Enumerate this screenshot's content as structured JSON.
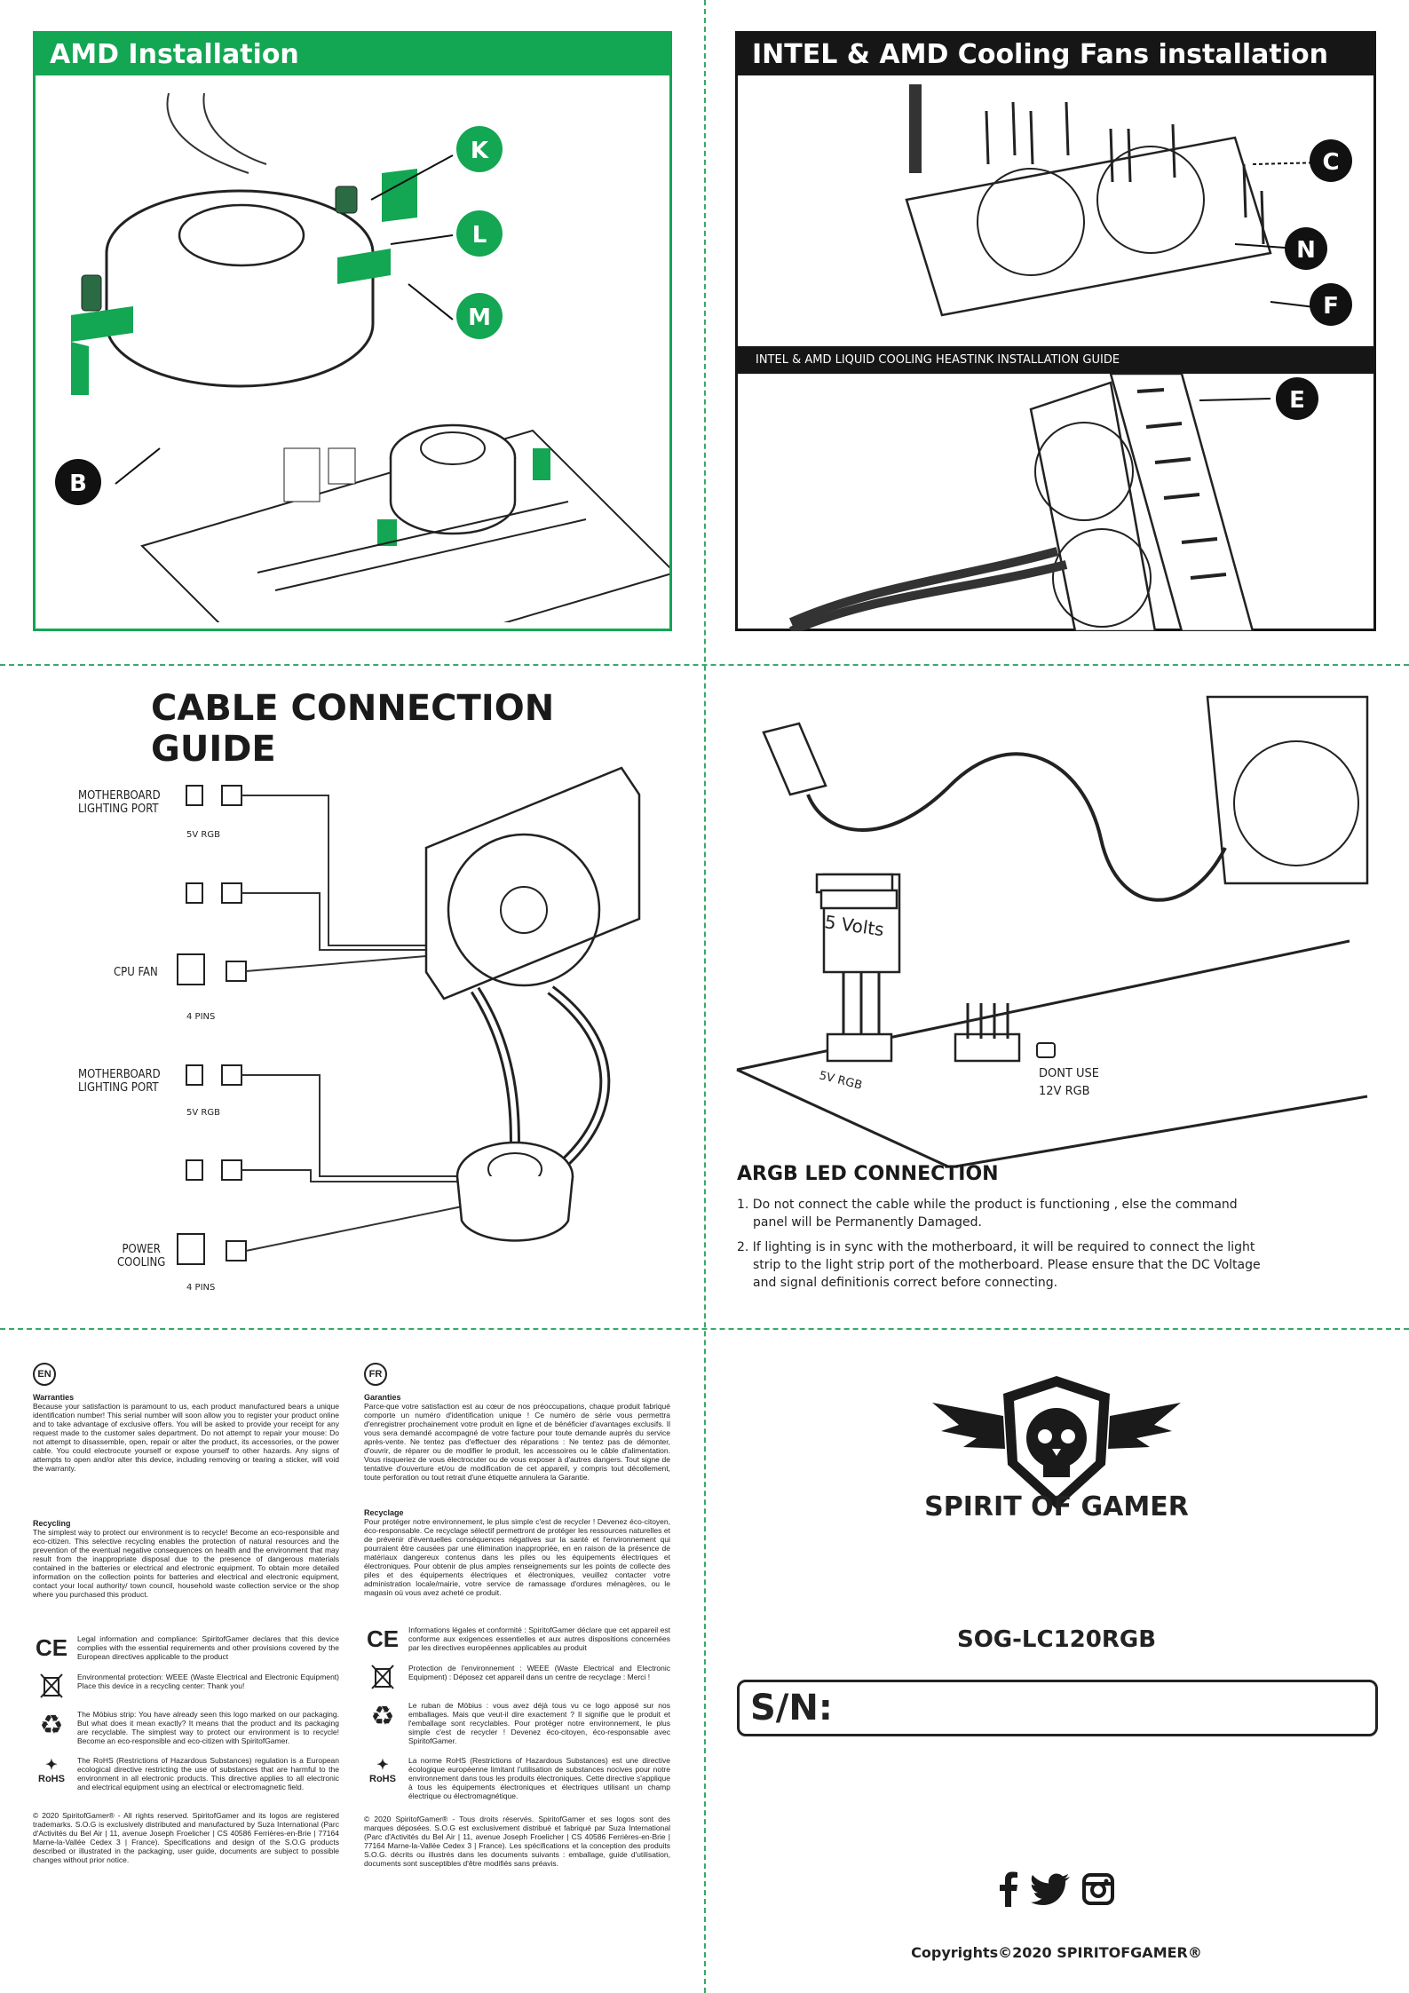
{
  "amd_install": {
    "title": "AMD Installation",
    "badges": [
      "K",
      "L",
      "M",
      "B"
    ]
  },
  "fan_install": {
    "title": "INTEL & AMD Cooling Fans installation",
    "subtitle": "INTEL & AMD LIQUID COOLING HEASTINK INSTALLATION GUIDE",
    "badges": [
      "C",
      "N",
      "F",
      "E"
    ]
  },
  "cable_guide": {
    "title": "CABLE CONNECTION GUIDE",
    "labels": [
      {
        "line1": "MOTHERBOARD",
        "line2": "LIGHTING PORT",
        "note": "5V RGB"
      },
      {
        "line1": "CPU FAN",
        "line2": "",
        "note": "4 PINS"
      },
      {
        "line1": "MOTHERBOARD",
        "line2": "LIGHTING PORT",
        "note": "5V RGB"
      },
      {
        "line1": "POWER",
        "line2": "COOLING",
        "note": "4 PINS"
      }
    ]
  },
  "argb": {
    "volts_label": "5 Volts",
    "header_5v": "5V RGB",
    "dont_use_1": "DONT USE",
    "dont_use_2": "12V RGB",
    "title": "ARGB LED CONNECTION",
    "item1_a": "1. Do not connect the cable while the product is functioning , else the command",
    "item1_b": "panel will be Permanently Damaged.",
    "item2_a": "2. If lighting is in sync with the motherboard, it will be required to connect the light",
    "item2_b": "strip to the light strip port of the motherboard. Please ensure that the DC Voltage",
    "item2_c": "and signal definitionis correct before connecting."
  },
  "legal_en": {
    "flag": "EN",
    "warranties_h": "Warranties",
    "warranties": "Because your satisfaction is paramount to us, each product manufactured bears a unique identification number! This serial number will soon allow you to register your product online and to take advantage of exclusive offers. You will be asked to provide your receipt for any request made to the customer sales department. Do not attempt to repair your mouse: Do not attempt to disassemble, open, repair or alter the product, its accessories, or the power cable. You could electrocute yourself or expose yourself to other hazards. Any signs of attempts to open and/or alter this device, including removing or tearing a sticker, will void the warranty.",
    "recycling_h": "Recycling",
    "recycling": "The simplest way to protect our environment is to recycle! Become an eco-responsible and eco-citizen. This selective recycling enables the protection of natural resources and the prevention of the eventual negative consequences on health and the environment that may result from the inappropriate disposal due to the presence of dangerous materials contained in the batteries or electrical and electronic equipment. To obtain more detailed information on the collection points for batteries and electrical and electronic equipment, contact your local authority/ town council, household waste collection service or the shop where you purchased this product.",
    "ce": "Legal information and compliance: SpiritofGamer declares that this device complies with the essential requirements and other provisions covered by the European directives applicable to the product",
    "weee": "Environmental protection: WEEE (Waste Electrical and Electronic Equipment) Place this device in a recycling center: Thank you!",
    "mobius": "The Möbius strip: You have already seen this logo marked on our packaging. But what does it mean exactly? It means that the product and its packaging are recyclable. The simplest way to protect our environment is to recycle! Become an eco-responsible and eco-citizen with SpiritofGamer.",
    "rohs_label": "RoHS",
    "rohs": "The RoHS (Restrictions of Hazardous Substances) regulation is a European ecological directive restricting the use of substances that are harmful to the environment in all electronic products. This directive applies to all electronic and electrical equipment using an electrical or electromagnetic field.",
    "copyright": "© 2020 SpiritofGamer® - All rights reserved. SpiritofGamer and its logos are registered trademarks. S.O.G is exclusively distributed and manufactured by Suza International (Parc d'Activités du Bel Air | 11, avenue Joseph Froelicher | CS 40586 Ferrières-en-Brie | 77164 Marne-la-Vallée Cedex 3 | France). Specifications and design of the S.O.G products described or illustrated in the packaging, user guide, documents are subject to possible changes without prior notice."
  },
  "legal_fr": {
    "flag": "FR",
    "warranties_h": "Garanties",
    "warranties": "Parce-que votre satisfaction est au cœur de nos préoccupations, chaque produit fabriqué comporte un numéro d'identification unique ! Ce numéro de série vous permettra d'enregistrer prochainement votre produit en ligne et de bénéficier d'avantages exclusifs. Il vous sera demandé accompagné de votre facture pour toute demande auprès du service après-vente. Ne tentez pas d'effectuer des réparations : Ne tentez pas de démonter, d'ouvrir, de réparer ou de modifier le produit, les accessoires ou le câble d'alimentation. Vous risqueriez de vous électrocuter ou de vous exposer à d'autres dangers. Tout signe de tentative d'ouverture et/ou de modification de cet appareil, y compris tout décollement, toute perforation ou tout retrait d'une étiquette annulera la Garantie.",
    "recycling_h": "Recyclage",
    "recycling": "Pour protéger notre environnement, le plus simple c'est de recycler ! Devenez éco-citoyen, éco-responsable. Ce recyclage sélectif permettront de protéger les ressources naturelles et de prévenir d'éventuelles conséquences négatives sur la santé et l'environnement qui pourraient être causées par une élimination inappropriée, en en raison de la présence de matériaux dangereux contenus dans les piles ou les équipements électriques et électroniques. Pour obtenir de plus amples renseignements sur les points de collecte des piles et des équipements électriques et électroniques, veuillez contacter votre administration locale/mairie, votre service de ramassage d'ordures ménagères, ou le magasin où vous avez acheté ce produit.",
    "ce": "Informations légales et conformité : SpiritofGamer déclare que cet appareil est conforme aux exigences essentielles et aux autres dispositions concernées par les directives européennes applicables au produit",
    "weee": "Protection de l'environnement : WEEE (Waste Electrical and Electronic Equipment) : Déposez cet appareil dans un centre de recyclage : Merci !",
    "mobius": "Le ruban de Möbius : vous avez déjà tous vu ce logo apposé sur nos emballages. Mais que veut-il dire exactement ? Il signifie que le produit et l'emballage sont recyclables. Pour protéger notre environnement, le plus simple c'est de recycler ! Devenez éco-citoyen, éco-responsable avec SpiritofGamer.",
    "rohs_label": "RoHS",
    "rohs": "La norme RoHS (Restrictions of Hazardous Substances) est une directive écologique européenne limitant l'utilisation de substances nocives pour notre environnement dans tous les produits électroniques. Cette directive s'applique à tous les équipements électroniques et électriques utilisant un champ électrique ou électromagnétique.",
    "copyright": "© 2020 SpiritofGamer® - Tous droits réservés. SpiritofGamer et ses logos sont des marques déposées. S.O.G est exclusivement distribué et fabriqué par Suza International (Parc d'Activités du Bel Air | 11, avenue Joseph Froelicher | CS 40586 Ferrières-en-Brie | 77164 Marne-la-Vallée Cedex 3 | France). Les spécifications et la conception des produits S.O.G. décrits ou illustrés dans les documents suivants : emballage, guide d'utilisation, documents sont susceptibles d'être modifiés sans préavis."
  },
  "brand": {
    "name": "SPIRIT OF GAMER",
    "model": "SOG-LC120RGB",
    "sn_label": "S/N:",
    "copyright": "Copyrights©2020 SPIRITOFGAMER®",
    "social_icons": [
      "facebook-icon",
      "twitter-icon",
      "instagram-icon"
    ]
  },
  "colors": {
    "accent_green": "#13a653",
    "dark": "#161616"
  }
}
